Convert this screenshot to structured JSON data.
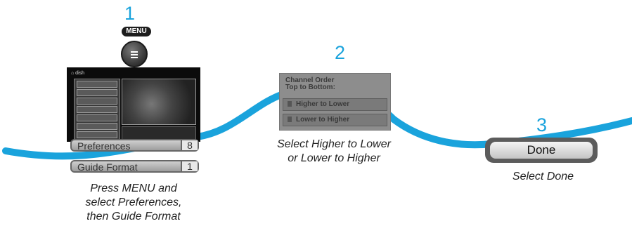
{
  "steps": [
    {
      "number": "1",
      "menu_label": "MENU",
      "bars": [
        {
          "label": "Preferences",
          "value": "8"
        },
        {
          "label": "Guide Format",
          "value": "1"
        }
      ],
      "caption_lines": [
        "Press MENU and",
        "select Preferences,",
        "then Guide Format"
      ]
    },
    {
      "number": "2",
      "panel_title_lines": [
        "Channel Order",
        "Top to Bottom:"
      ],
      "options": [
        "Higher to Lower",
        "Lower to Higher"
      ],
      "caption_lines": [
        "Select Higher to Lower",
        "or Lower to Higher"
      ]
    },
    {
      "number": "3",
      "button_label": "Done",
      "caption_lines": [
        "Select Done"
      ]
    }
  ],
  "colors": {
    "accent": "#1aa3dc",
    "wave": "#1aa3dc"
  },
  "icons": [
    "menu-icon"
  ]
}
